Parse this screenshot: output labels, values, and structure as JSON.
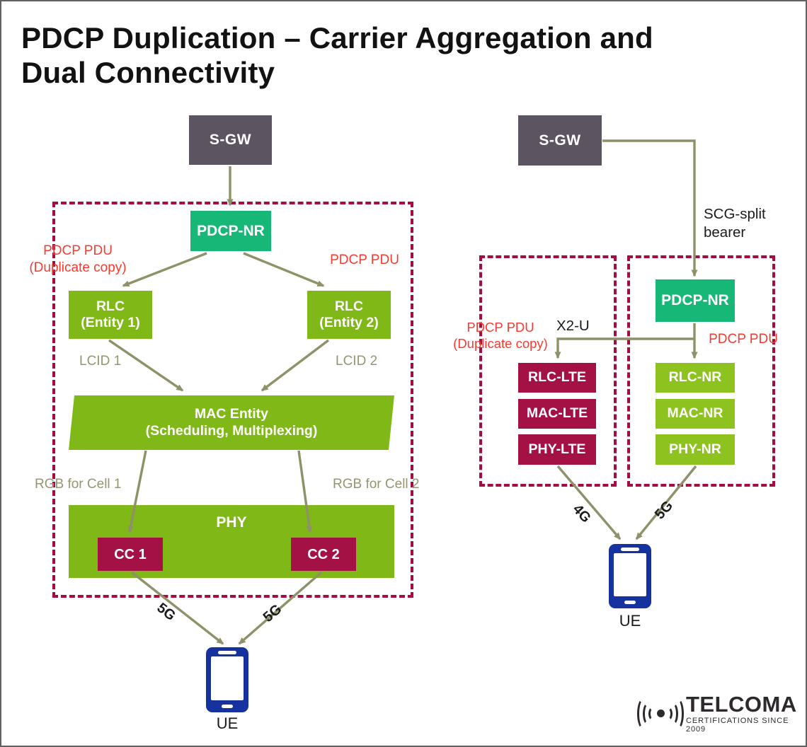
{
  "title": "PDCP Duplication – Carrier Aggregation and\nDual Connectivity",
  "colors": {
    "sgw": "#5d5462",
    "teal": "#17b877",
    "green": "#80b818",
    "green2": "#8dc21f",
    "maroon": "#a31145",
    "dash": "#a50d3e",
    "olive": "#8f9169",
    "oliveText": "#95966f",
    "red": "#f93a30",
    "blue": "#16329e",
    "logoink": "#2e292d"
  },
  "left_diagram": {
    "sgw": "S-GW",
    "pdcp": "PDCP-NR",
    "label_duplicate": "PDCP PDU\n(Duplicate copy)",
    "label_pdu": "PDCP PDU",
    "rlc1": "RLC\n(Entity 1)",
    "rlc2": "RLC\n(Entity 2)",
    "lcid1": "LCID 1",
    "lcid2": "LCID 2",
    "mac": "MAC Entity\n(Scheduling, Multiplexing)",
    "rgb1": "RGB for Cell 1",
    "rgb2": "RGB for Cell 2",
    "phy": "PHY",
    "cc1": "CC 1",
    "cc2": "CC 2",
    "g5_left": "5G",
    "g5_right": "5G",
    "ue": "UE"
  },
  "right_diagram": {
    "sgw": "S-GW",
    "scg_split": "SCG-split\nbearer",
    "pdcp": "PDCP-NR",
    "x2u": "X2-U",
    "label_duplicate": "PDCP PDU\n(Duplicate copy)",
    "label_pdu": "PDCP PDU",
    "lte_stack": [
      "RLC-LTE",
      "MAC-LTE",
      "PHY-LTE"
    ],
    "nr_stack": [
      "RLC-NR",
      "MAC-NR",
      "PHY-NR"
    ],
    "g4": "4G",
    "g5": "5G",
    "ue": "UE"
  },
  "logo": {
    "name": "TELCOMA",
    "tagline": "CERTIFICATIONS SINCE 2009"
  }
}
